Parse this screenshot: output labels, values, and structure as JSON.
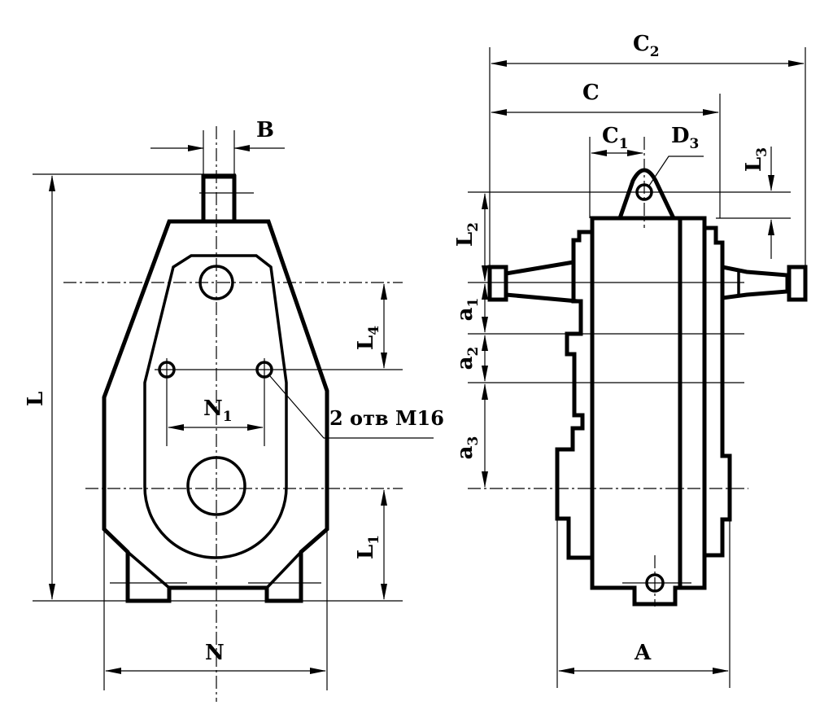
{
  "labels": {
    "L": "L",
    "B": "B",
    "N": "N",
    "N1": "N",
    "N1_sub": "1",
    "L1": "L",
    "L1_sub": "1",
    "L4": "L",
    "L4_sub": "4",
    "holes_note": "2 отв М16",
    "C": "C",
    "C1": "C",
    "C1_sub": "1",
    "C2": "C",
    "C2_sub": "2",
    "D3": "D",
    "D3_sub": "3",
    "L2": "L",
    "L2_sub": "2",
    "L3": "L",
    "L3_sub": "3",
    "a1": "a",
    "a1_sub": "1",
    "a2": "a",
    "a2_sub": "2",
    "a3": "a",
    "a3_sub": "3",
    "A": "A"
  }
}
